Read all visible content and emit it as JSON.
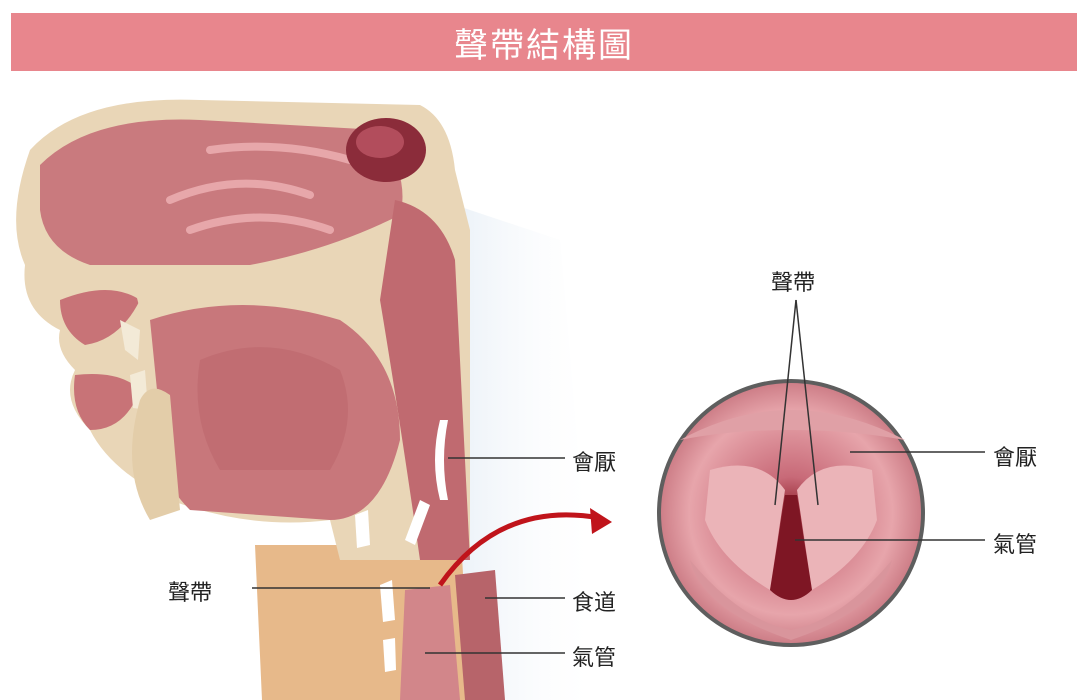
{
  "title": "聲帶結構圖",
  "colors": {
    "title_bar": "#e8868d",
    "tissue": "#c9787a",
    "bone": "#e9d6b7",
    "skin": "#e7b98a",
    "arrow": "#c0141b"
  },
  "labels": {
    "left": {
      "epiglottis": "會厭",
      "vocal_cords": "聲帶",
      "esophagus": "食道",
      "trachea": "氣管"
    },
    "right": {
      "vocal_cords": "聲帶",
      "epiglottis": "會厭",
      "trachea": "氣管"
    }
  }
}
